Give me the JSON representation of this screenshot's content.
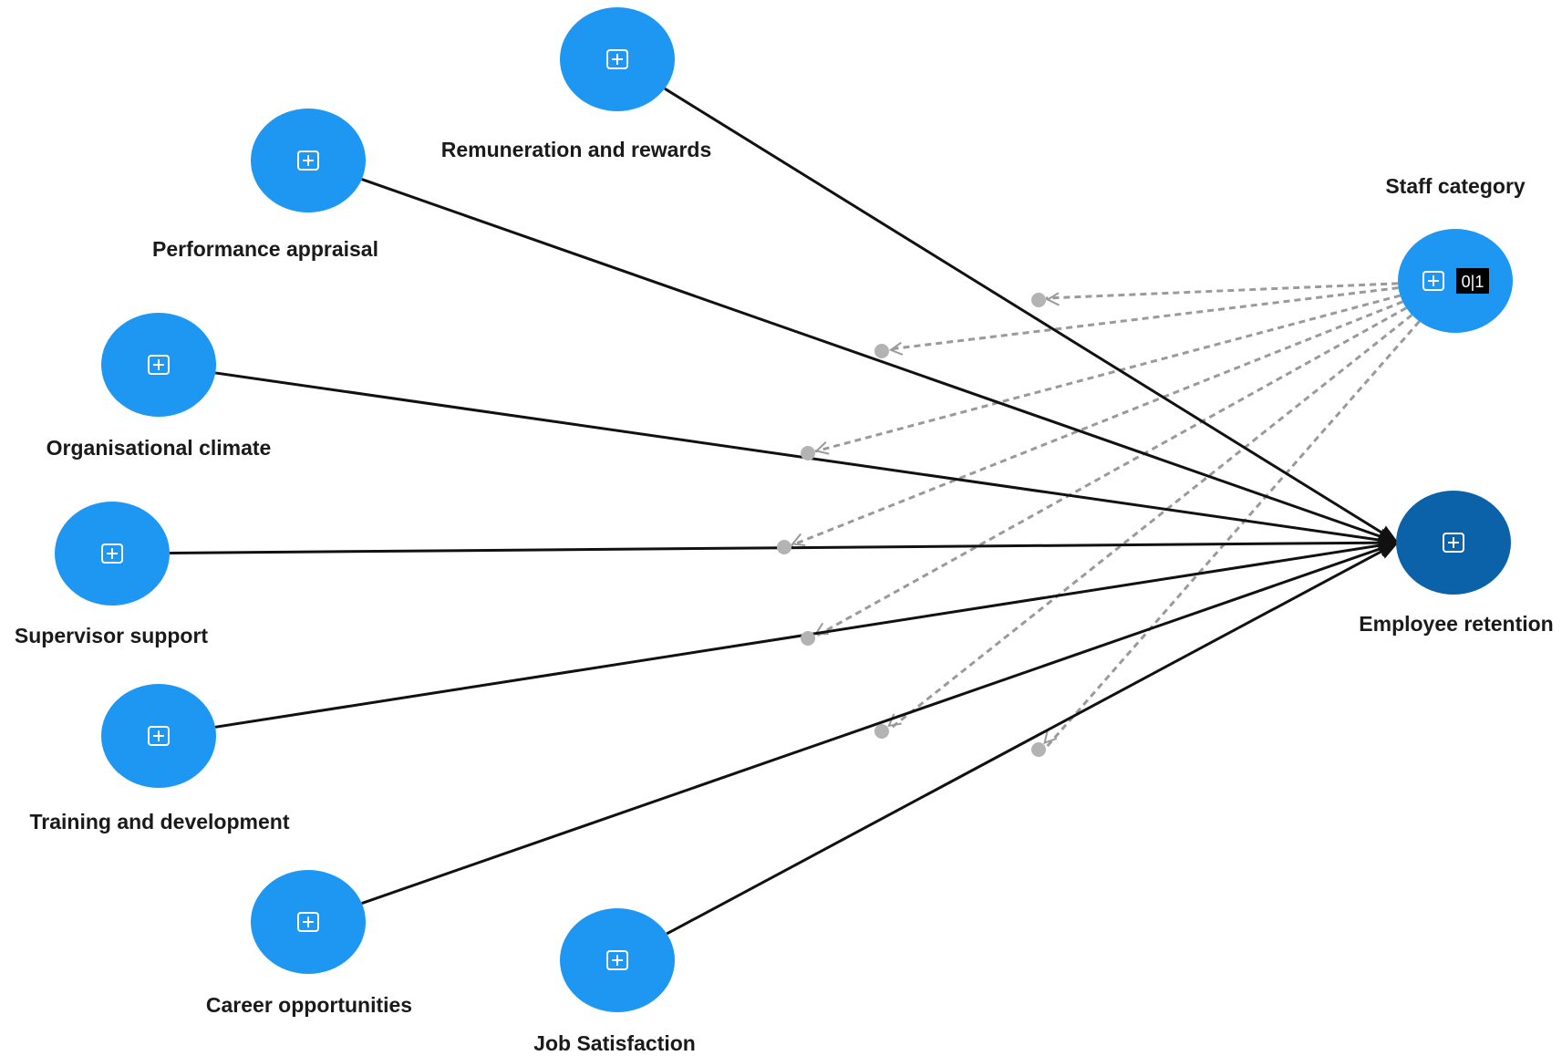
{
  "diagram": {
    "nodes": [
      {
        "id": "remuneration",
        "label": "Remuneration and rewards",
        "kind": "independent",
        "icon": "expand-plus-icon"
      },
      {
        "id": "performance",
        "label": "Performance appraisal",
        "kind": "independent",
        "icon": "expand-plus-icon"
      },
      {
        "id": "climate",
        "label": "Organisational climate",
        "kind": "independent",
        "icon": "expand-plus-icon"
      },
      {
        "id": "supervisor",
        "label": "Supervisor support",
        "kind": "independent",
        "icon": "expand-plus-icon"
      },
      {
        "id": "training",
        "label": "Training and development",
        "kind": "independent",
        "icon": "expand-plus-icon"
      },
      {
        "id": "career",
        "label": "Career opportunities",
        "kind": "independent",
        "icon": "expand-plus-icon"
      },
      {
        "id": "jobsat",
        "label": "Job Satisfaction",
        "kind": "independent",
        "icon": "expand-plus-icon"
      },
      {
        "id": "staff",
        "label": "Staff category",
        "kind": "moderator",
        "icon": "expand-plus-icon",
        "badge": "0|1"
      },
      {
        "id": "retention",
        "label": "Employee retention",
        "kind": "dependent",
        "icon": "expand-plus-icon"
      }
    ],
    "paths": [
      {
        "from": "remuneration",
        "to": "retention"
      },
      {
        "from": "performance",
        "to": "retention"
      },
      {
        "from": "climate",
        "to": "retention"
      },
      {
        "from": "supervisor",
        "to": "retention"
      },
      {
        "from": "training",
        "to": "retention"
      },
      {
        "from": "career",
        "to": "retention"
      },
      {
        "from": "jobsat",
        "to": "retention"
      }
    ],
    "moderations": [
      {
        "from": "staff",
        "onPath": "remuneration"
      },
      {
        "from": "staff",
        "onPath": "performance"
      },
      {
        "from": "staff",
        "onPath": "climate"
      },
      {
        "from": "staff",
        "onPath": "supervisor"
      },
      {
        "from": "staff",
        "onPath": "training"
      },
      {
        "from": "staff",
        "onPath": "career"
      },
      {
        "from": "staff",
        "onPath": "jobsat"
      }
    ]
  },
  "colors": {
    "independent": "#1e97f3",
    "moderator": "#1e97f3",
    "dependent": "#0b62a8",
    "path": "#111111",
    "moderation": "#9a9a9a",
    "badge_bg": "#000000"
  }
}
